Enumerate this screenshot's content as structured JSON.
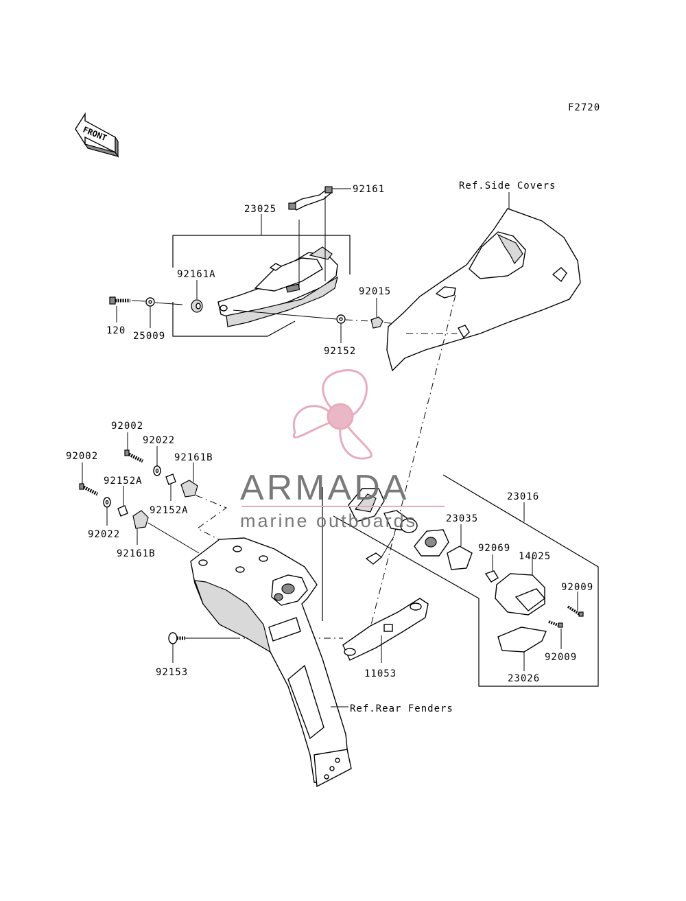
{
  "figure_code": "F2720",
  "front_label": "FRONT",
  "colors": {
    "line": "#000000",
    "watermark_pink": "#e6a3b8",
    "watermark_gray": "#6b6b6b"
  },
  "watermark": {
    "brand": "ARMADA",
    "tagline": "marine outboards"
  },
  "references": {
    "side_covers": "Ref.Side Covers",
    "rear_fenders": "Ref.Rear Fenders"
  },
  "parts": [
    {
      "id": "p92161_top",
      "number": "92161"
    },
    {
      "id": "p23025",
      "number": "23025"
    },
    {
      "id": "p92161A",
      "number": "92161A"
    },
    {
      "id": "p92015",
      "number": "92015"
    },
    {
      "id": "p120",
      "number": "120"
    },
    {
      "id": "p25009",
      "number": "25009"
    },
    {
      "id": "p92152",
      "number": "92152"
    },
    {
      "id": "p92002_a",
      "number": "92002"
    },
    {
      "id": "p92022_a",
      "number": "92022"
    },
    {
      "id": "p92161B_a",
      "number": "92161B"
    },
    {
      "id": "p92002_b",
      "number": "92002"
    },
    {
      "id": "p92152A_a",
      "number": "92152A"
    },
    {
      "id": "p92152A_b",
      "number": "92152A"
    },
    {
      "id": "p92022_b",
      "number": "92022"
    },
    {
      "id": "p92161B_b",
      "number": "92161B"
    },
    {
      "id": "p23016",
      "number": "23016"
    },
    {
      "id": "p23035",
      "number": "23035"
    },
    {
      "id": "p92069",
      "number": "92069"
    },
    {
      "id": "p14025",
      "number": "14025"
    },
    {
      "id": "p92009_a",
      "number": "92009"
    },
    {
      "id": "p92009_b",
      "number": "92009"
    },
    {
      "id": "p92153",
      "number": "92153"
    },
    {
      "id": "p11053",
      "number": "11053"
    },
    {
      "id": "p23026",
      "number": "23026"
    }
  ]
}
